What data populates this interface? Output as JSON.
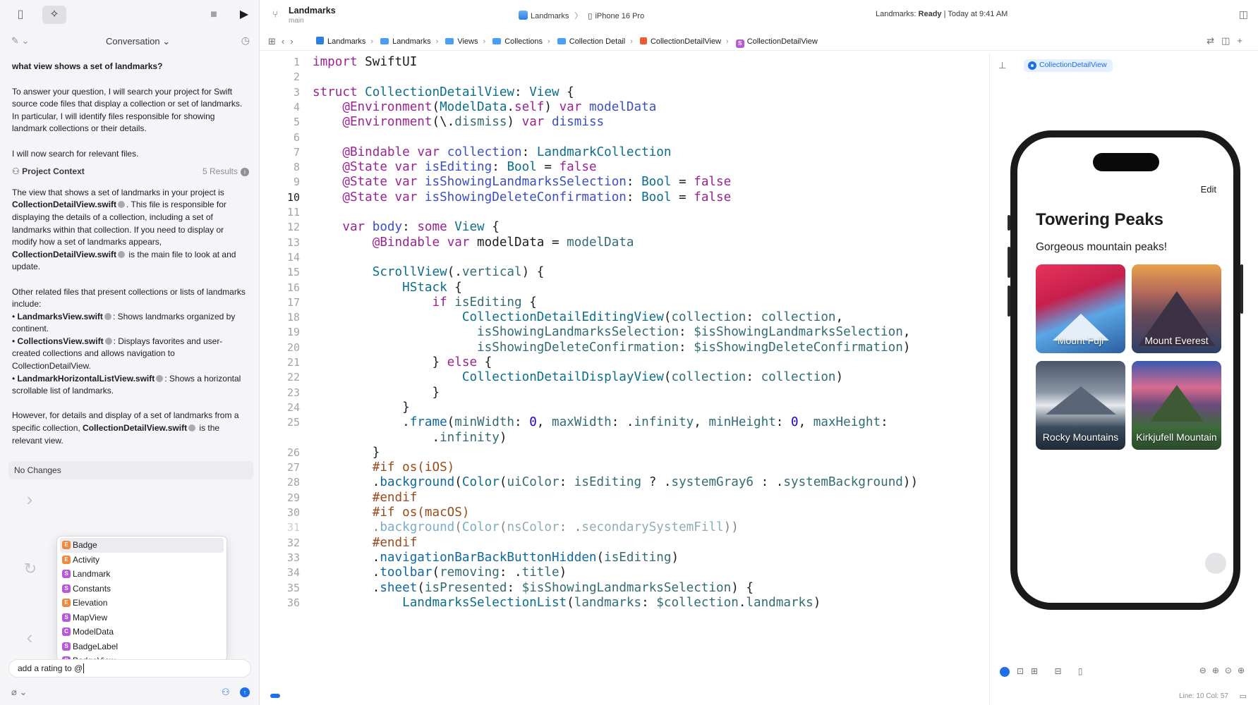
{
  "sidebar": {
    "conversation_title": "Conversation",
    "question": "what view shows a set of landmarks?",
    "answer_p1": "To answer your question, I will search your project for Swift source code files that display a collection or set of landmarks. In particular, I will identify files responsible for showing landmark collections or their details.",
    "answer_p2": "I will now search for relevant files.",
    "project_context_label": "Project Context",
    "project_context_results": "5 Results",
    "p3_a": "The view that shows a set of landmarks in your project is ",
    "p3_file1": "CollectionDetailView.swift",
    "p3_b": ". This file is responsible for displaying the details of a collection, including a set of landmarks within that collection. If you need to display or modify how a set of landmarks appears, ",
    "p3_file2": "CollectionDetailView.swift",
    "p3_c": " is the main file to look at and update.",
    "p4_intro": "Other related files that present collections or lists of landmarks include:",
    "related": [
      {
        "file": "LandmarksView.swift",
        "desc": ": Shows landmarks organized by continent."
      },
      {
        "file": "CollectionsView.swift",
        "desc": ": Displays favorites and user-created collections and allows navigation to CollectionDetailView."
      },
      {
        "file": "LandmarkHorizontalListView.swift",
        "desc": ": Shows a horizontal scrollable list of landmarks."
      }
    ],
    "p5_a": "However, for details and display of a set of landmarks from a specific collection, ",
    "p5_file": "CollectionDetailView.swift",
    "p5_b": " is the relevant view.",
    "no_changes": "No Changes",
    "popup_items": [
      {
        "badge": "E",
        "color": "#f0883e",
        "label": "Badge"
      },
      {
        "badge": "E",
        "color": "#f0883e",
        "label": "Activity"
      },
      {
        "badge": "S",
        "color": "#b85ad6",
        "label": "Landmark"
      },
      {
        "badge": "S",
        "color": "#b85ad6",
        "label": "Constants"
      },
      {
        "badge": "E",
        "color": "#f0883e",
        "label": "Elevation"
      },
      {
        "badge": "S",
        "color": "#b85ad6",
        "label": "MapView"
      },
      {
        "badge": "C",
        "color": "#b85ad6",
        "label": "ModelData"
      },
      {
        "badge": "S",
        "color": "#b85ad6",
        "label": "BadgeLabel"
      },
      {
        "badge": "S",
        "color": "#b85ad6",
        "label": "BadgeView"
      }
    ],
    "input_value": "add a rating to @"
  },
  "toolbar": {
    "project_name": "Landmarks",
    "branch": "main",
    "scheme": "Landmarks",
    "device": "iPhone 16 Pro",
    "status_prefix": "Landmarks: ",
    "status_state": "Ready",
    "status_time": " | Today at 9:41 AM"
  },
  "breadcrumb": [
    "Landmarks",
    "Landmarks",
    "Views",
    "Collections",
    "Collection Detail",
    "CollectionDetailView",
    "CollectionDetailView"
  ],
  "editor": {
    "current_line": 10,
    "line_numbers": [
      "1",
      "2",
      "3",
      "4",
      "5",
      "6",
      "7",
      "8",
      "9",
      "10",
      "11",
      "12",
      "13",
      "14",
      "15",
      "16",
      "17",
      "18",
      "19",
      "20",
      "21",
      "22",
      "23",
      "24",
      "25",
      "",
      "26",
      "27",
      "28",
      "29",
      "30",
      "31",
      "32",
      "33",
      "34",
      "35",
      "36"
    ]
  },
  "preview": {
    "tag": "CollectionDetailView",
    "edit_label": "Edit",
    "title": "Towering Peaks",
    "subtitle": "Gorgeous mountain peaks!",
    "tiles": [
      "Mount Fuji",
      "Mount Everest",
      "Rocky Mountains",
      "Kirkjufell Mountain"
    ]
  },
  "status_bar": {
    "line_col": "Line: 10  Col: 57"
  },
  "colors": {
    "accent": "#1e6fe8",
    "keyword": "#9b2393",
    "type": "#0b6e8a",
    "directive": "#9b4a1b"
  }
}
